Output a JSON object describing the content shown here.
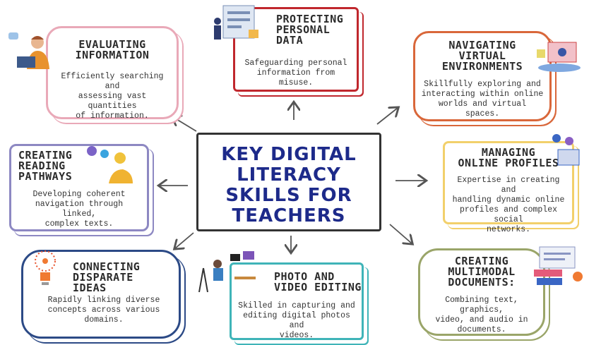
{
  "center": {
    "title": "KEY DIGITAL\nLITERACY\nSKILLS FOR\nTEACHERS"
  },
  "cards": {
    "evaluating": {
      "title": "EVALUATING\nINFORMATION",
      "desc": "Efficiently searching and\nassessing vast quantities\nof information.",
      "color": "#e9a9b8"
    },
    "protecting": {
      "title": "PROTECTING\nPERSONAL\nDATA",
      "desc": "Safeguarding personal\ninformation from misuse.",
      "color": "#c0272d"
    },
    "navigating": {
      "title": "NAVIGATING\nVIRTUAL\nENVIRONMENTS",
      "desc": "Skillfully exploring and\ninteracting within online\nworlds and virtual spaces.",
      "color": "#d9673a"
    },
    "reading": {
      "title": "CREATING\nREADING\nPATHWAYS",
      "desc": "Developing coherent\nnavigation through linked,\ncomplex texts.",
      "color": "#8d88c2"
    },
    "managing": {
      "title": "MANAGING\nONLINE PROFILES",
      "desc": "Expertise in creating and\nhandling dynamic online\nprofiles and complex social\nnetworks.",
      "color": "#f2d06b"
    },
    "connecting": {
      "title": "CONNECTING\nDISPARATE\nIDEAS",
      "desc": "Rapidly linking diverse\nconcepts across various\ndomains.",
      "color": "#2c4a86"
    },
    "photo": {
      "title": "PHOTO AND\nVIDEO EDITING",
      "desc": "Skilled in capturing and\nediting digital photos and\nvideos.",
      "color": "#3fb4b8"
    },
    "multimodal": {
      "title": "CREATING\nMULTIMODAL\nDOCUMENTS:",
      "desc": "Combining text, graphics,\nvideo, and audio in\ndocuments.",
      "color": "#9aa569"
    }
  }
}
